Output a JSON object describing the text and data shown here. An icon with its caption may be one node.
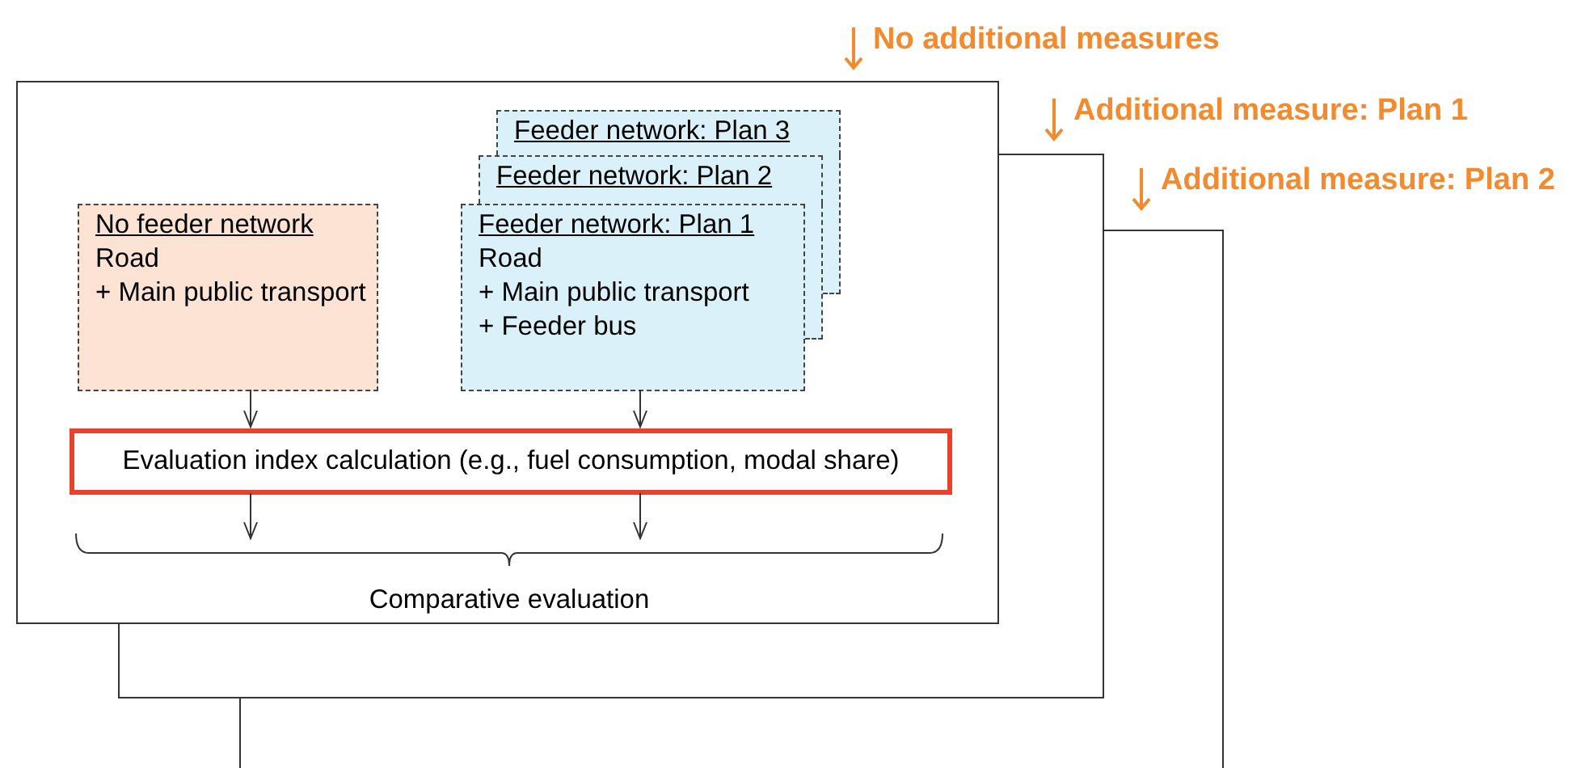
{
  "diagram": {
    "nodes": [
      {
        "text": [
          "No additional measures"
        ]
      },
      {
        "text": [
          "No feeder network",
          "Road",
          "+ Main public transport"
        ],
        "in": 0
      },
      {
        "text": [
          "Feeder network: Plan 3"
        ],
        "in": 0
      },
      {
        "text": [
          "Feeder network: Plan 2"
        ],
        "in": 0
      },
      {
        "text": [
          "Feeder network: Plan 1",
          "Road",
          "+ Main public transport",
          "+ Feeder bus"
        ],
        "in": 0
      },
      {
        "text": [
          "Evaluation index calculation (e.g., fuel consumption, modal share)"
        ],
        "in": 0
      }
    ],
    "edges": [
      {
        "from": 1,
        "to": 5,
        "arrow": "to"
      },
      {
        "from": 4,
        "to": 5,
        "arrow": "to"
      },
      {
        "from": 5,
        "to": null,
        "arrow": "to"
      },
      {
        "from": 5,
        "to": null,
        "arrow": "to"
      }
    ],
    "labels": [
      "Additional measure: Plan 1",
      "Additional measure: Plan 2",
      "Comparative evaluation"
    ]
  }
}
